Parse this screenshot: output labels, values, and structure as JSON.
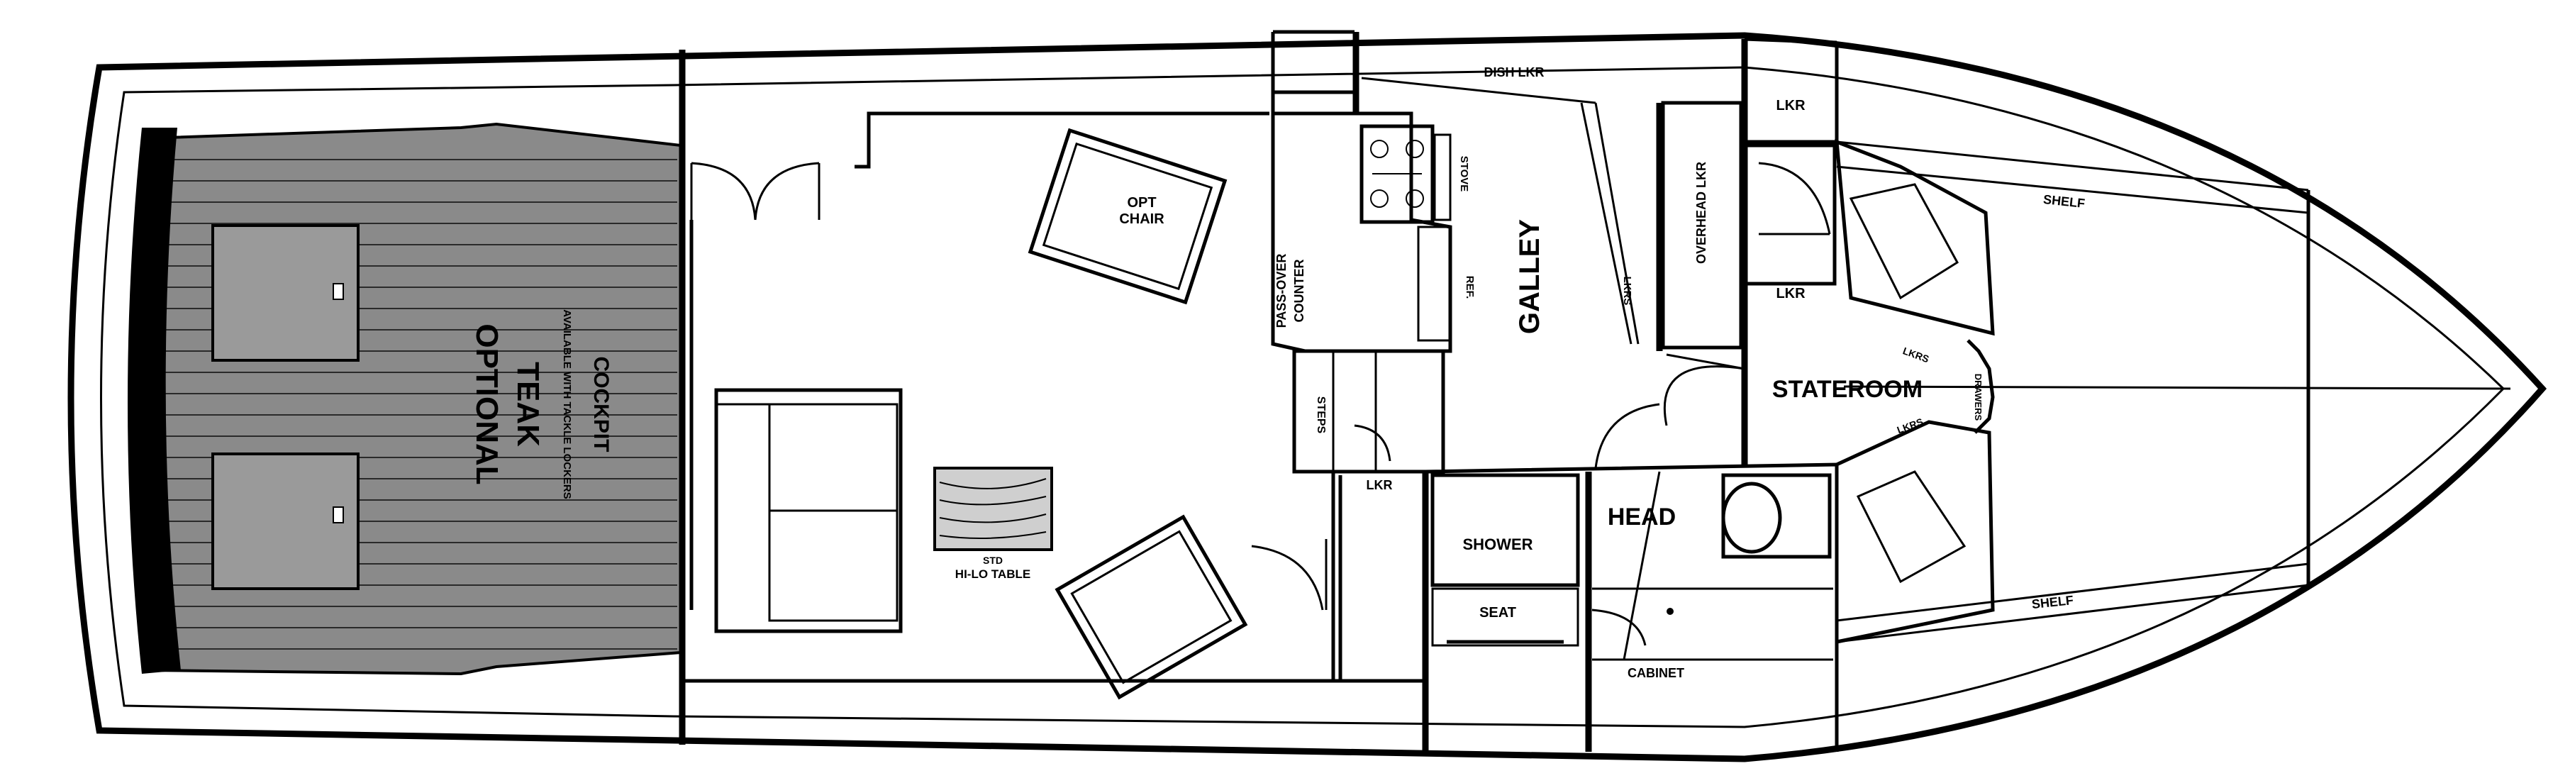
{
  "labels": {
    "dish_lkr": "DISH LKR",
    "lkr_fwd_top": "LKR",
    "overhead_lkr": "OVERHEAD LKR",
    "opt_chair_1": "OPT",
    "opt_chair_2": "CHAIR",
    "stove": "STOVE",
    "pass_over_1": "PASS-OVER",
    "pass_over_2": "COUNTER",
    "ref": "REF.",
    "galley": "GALLEY",
    "lkrs_galley": "LKRS",
    "lkr_stateroom": "LKR",
    "stateroom": "STATEROOM",
    "lkrs_upper": "LKRS",
    "lkrs_lower": "LKRS",
    "drawers": "DRAWERS",
    "shelf_upper": "SHELF",
    "shelf_lower": "SHELF",
    "steps": "STEPS",
    "lkr_aft": "LKR",
    "shower": "SHOWER",
    "head": "HEAD",
    "seat": "SEAT",
    "cabinet": "CABINET",
    "std": "STD",
    "hi_lo_table": "HI-LO TABLE",
    "cockpit": "COCKPIT",
    "cockpit_sub": "AVAILABLE WITH TACKLE LOCKERS",
    "teak": "TEAK",
    "optional": "OPTIONAL"
  }
}
